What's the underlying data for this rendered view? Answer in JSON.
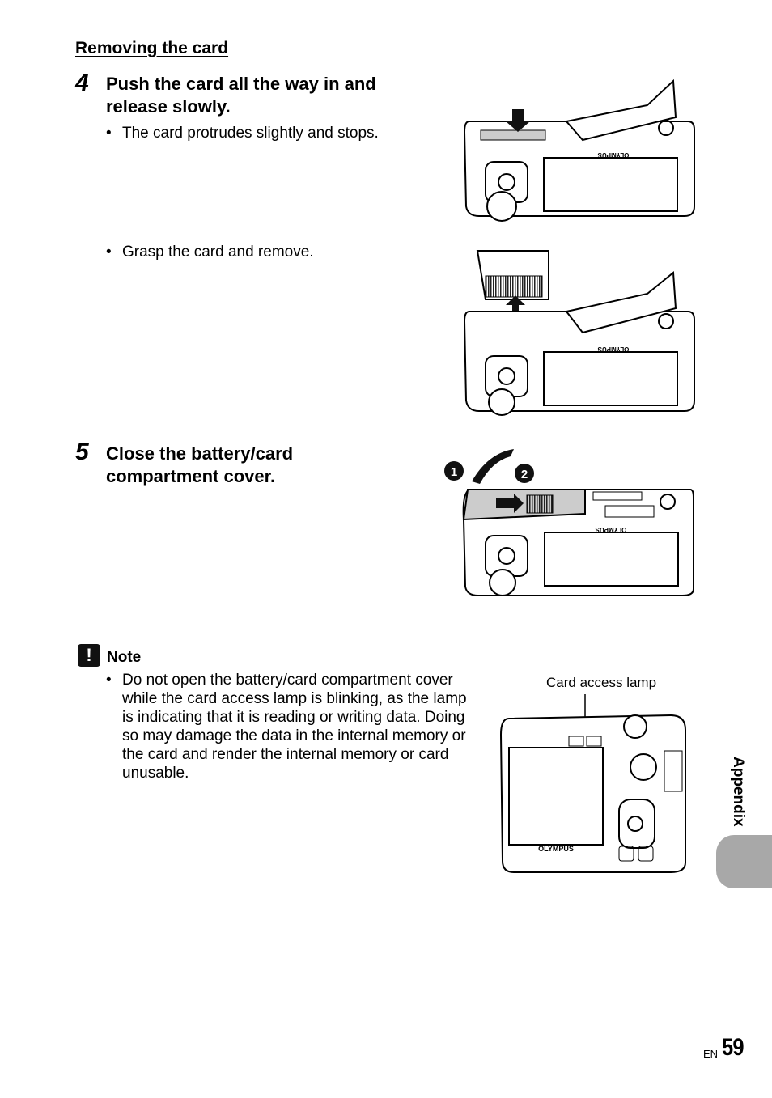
{
  "section_title": "Removing the card",
  "step4": {
    "number": "4",
    "title_line1": "Push the card all the way in and",
    "title_line2": "release slowly.",
    "bullet1": "The card protrudes slightly and stops.",
    "bullet2": "Grasp the card and remove."
  },
  "step5": {
    "number": "5",
    "title_line1": "Close the battery/card",
    "title_line2": "compartment cover."
  },
  "figures": {
    "brand": "OLYMPUS",
    "callout1": "1",
    "callout2": "2",
    "lamp_label": "Card access lamp"
  },
  "note": {
    "heading": "Note",
    "lines": [
      "Do not open the battery/card compartment cover",
      "while the card access lamp is blinking, as the lamp",
      "is indicating that it is reading or writing data. Doing",
      "so may damage the data in the internal memory or",
      "the card and render the internal memory or card",
      "unusable."
    ]
  },
  "side_tab": "Appendix",
  "footer": {
    "lang": "EN",
    "page": "59"
  }
}
